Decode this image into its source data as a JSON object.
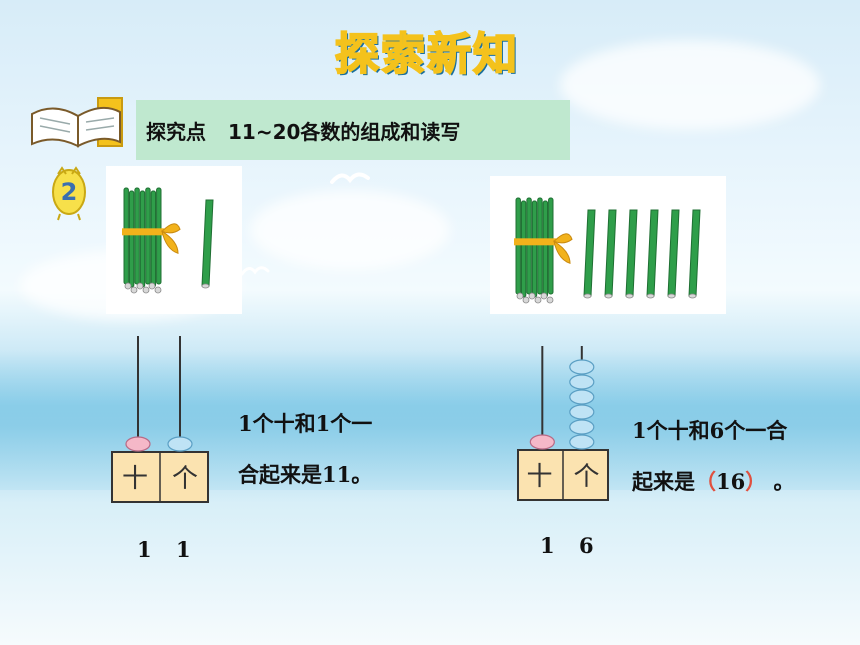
{
  "title": "探索新知",
  "banner": {
    "label": "探究点",
    "topic": "11~20各数的组成和读写"
  },
  "step_number": "2",
  "abacus_columns": {
    "tens": "十",
    "ones": "个"
  },
  "example_left": {
    "line1": "1个十和1个一",
    "line2": "合起来是11。",
    "digits": [
      "1",
      "1"
    ],
    "single_sticks": 1,
    "ones_beads": 1
  },
  "example_right": {
    "line1": "1个十和6个一合",
    "line2_prefix": "起来是",
    "answer_open": "（",
    "answer": "16",
    "answer_close": "）",
    "line2_suffix": " 。",
    "digits": [
      "1",
      "6"
    ],
    "single_sticks": 6,
    "ones_beads": 6
  },
  "colors": {
    "title_fill": "#2aa8d8",
    "title_outline": "#f4c21c",
    "banner_bg": "#bfe8cf",
    "stick_green": "#2f9e4a",
    "ribbon": "#f2b21b",
    "tens_bead": "#f5b8c8",
    "ones_bead": "#bfe3f5",
    "abacus_base": "#fbe3b0",
    "answer_paren": "#e0503f"
  }
}
